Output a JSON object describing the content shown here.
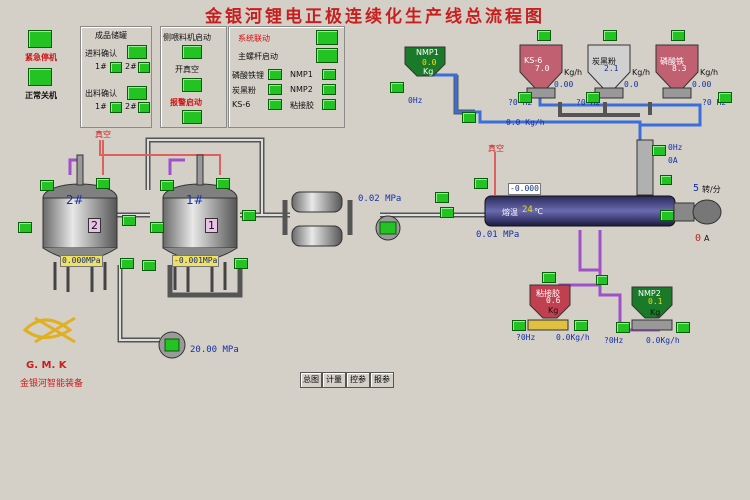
{
  "title": "金银河锂电正极连续化生产线总流程图",
  "left_controls": {
    "estop": "紧急停机",
    "normal_stop": "正常关机"
  },
  "panel1": {
    "header": "成品储罐",
    "feed_confirm": "进料确认",
    "out_confirm": "出料确认",
    "tank1": "1#",
    "tank2": "2#"
  },
  "panel2": {
    "side_feeder_start": "侧喂料机启动",
    "open_vacuum": "开真空",
    "alarm_start": "报警启动"
  },
  "panel3": {
    "system_link": "系统联动",
    "main_screw_start": "主螺杆启动",
    "items": [
      "磷酸铁锂",
      "NMP1",
      "炭黑粉",
      "NMP2",
      "KS-6",
      "粘接胶"
    ]
  },
  "tanks": [
    {
      "name": "2#",
      "num": "2",
      "pressure": "0.000MPa"
    },
    {
      "name": "1#",
      "num": "1",
      "pressure": "-0.001MPa"
    }
  ],
  "vacuum_labels": [
    "真空",
    "真空"
  ],
  "line_pressure": "0.02 MPa",
  "pump_pressure": "20.00 MPa",
  "vac_pressure": "-0.000",
  "extruder": {
    "label": "熔温",
    "temp": "24",
    "unit": "℃",
    "outlet_pressure": "0.01 MPa",
    "speed": "5",
    "speed_unit": "转/分",
    "current": "0",
    "current_unit": "A"
  },
  "feed_hz": {
    "top_right_hz": "0Hz",
    "top_right_a": "0A"
  },
  "nmp1": {
    "name": "NMP1",
    "value": "0.0",
    "kg": "Kg",
    "hz": "0Hz",
    "rate": "0.0 Kg/h"
  },
  "hoppers_top": [
    {
      "name": "KS-6",
      "value": "7.0",
      "unit": "Kg/h",
      "rate": "0.00",
      "hz": "?0 Hz"
    },
    {
      "name": "炭黑粉",
      "value": "2.1",
      "unit": "Kg/h",
      "rate": "0.0",
      "hz": "?0 Hz"
    },
    {
      "name": "磷酸铁",
      "value": "8.3",
      "unit": "Kg/h",
      "rate": "0.00",
      "hz": "?0 Hz"
    }
  ],
  "glue": {
    "name": "粘接胶",
    "value": "0.6",
    "kg": "Kg",
    "hz": "?0Hz",
    "rate": "0.0Kg/h"
  },
  "nmp2": {
    "name": "NMP2",
    "value": "0.1",
    "kg": "Kg",
    "hz": "?0Hz",
    "rate": "0.0Kg/h"
  },
  "logo": {
    "brand": "G. M. K",
    "company": "金银河智能装备"
  },
  "nav": [
    "总图",
    "计量",
    "控参",
    "报参"
  ],
  "colors": {
    "bg": "#d4d0c8",
    "accent_red": "#c81e1e",
    "green": "#22c322",
    "pipe_gray": "#5a5a5a",
    "pipe_blue": "#3a6ed8",
    "pipe_red": "#e06060",
    "pipe_purple": "#a050c8"
  }
}
